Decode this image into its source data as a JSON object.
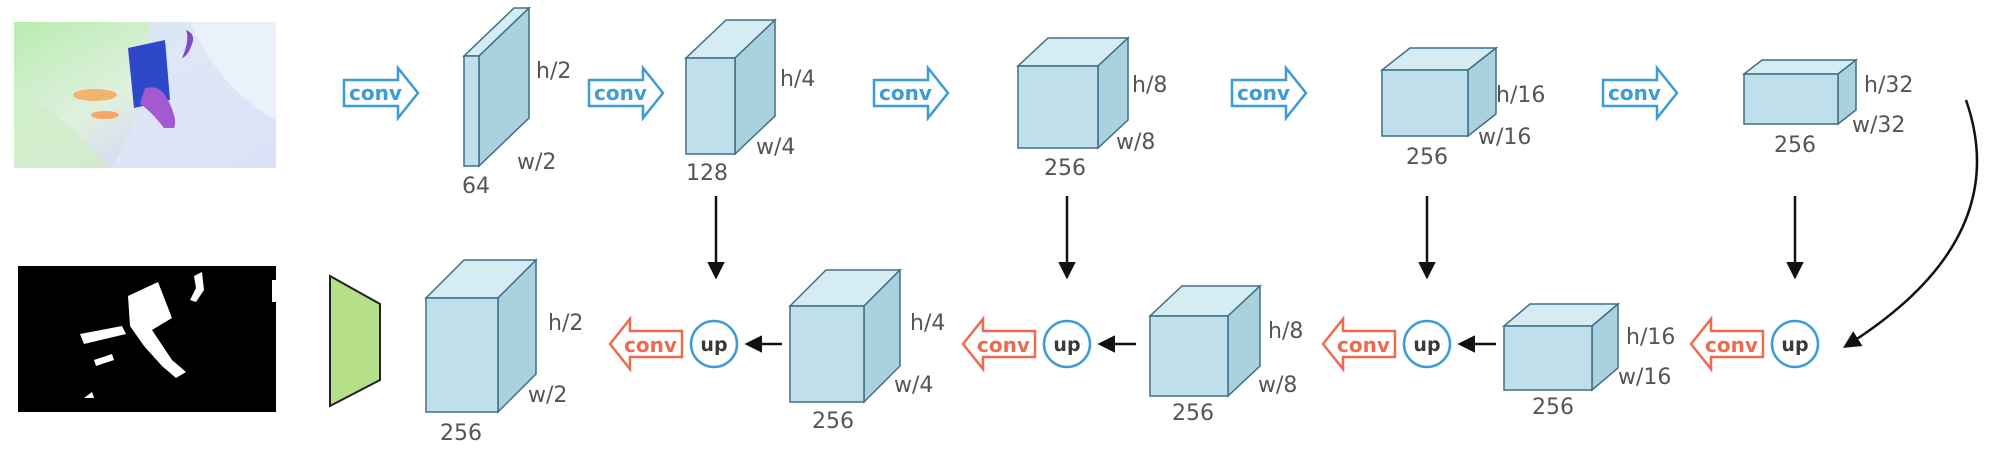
{
  "encoder": {
    "op_label": "conv",
    "blocks": [
      {
        "size": "h/2",
        "width": "w/2",
        "channels": "64"
      },
      {
        "size": "h/4",
        "width": "w/4",
        "channels": "128"
      },
      {
        "size": "h/8",
        "width": "w/8",
        "channels": "256"
      },
      {
        "size": "h/16",
        "width": "w/16",
        "channels": "256"
      },
      {
        "size": "h/32",
        "width": "w/32",
        "channels": "256"
      }
    ]
  },
  "decoder": {
    "conv_label": "conv",
    "up_label": "up",
    "blocks": [
      {
        "size": "h/2",
        "width": "w/2",
        "channels": "256"
      },
      {
        "size": "h/4",
        "width": "w/4",
        "channels": "256"
      },
      {
        "size": "h/8",
        "width": "w/8",
        "channels": "256"
      },
      {
        "size": "h/16",
        "width": "w/16",
        "channels": "256"
      }
    ]
  },
  "colors": {
    "cube_face": "#bfe0ea",
    "cube_side": "#a9d1de",
    "cube_top": "#d4ecf2",
    "cube_edge": "#3f6f86",
    "conv_encoder": "#3d9bd6",
    "conv_decoder": "#ec6b4f",
    "up_ring": "#3d9bd6",
    "output_head": "#b5df88"
  }
}
